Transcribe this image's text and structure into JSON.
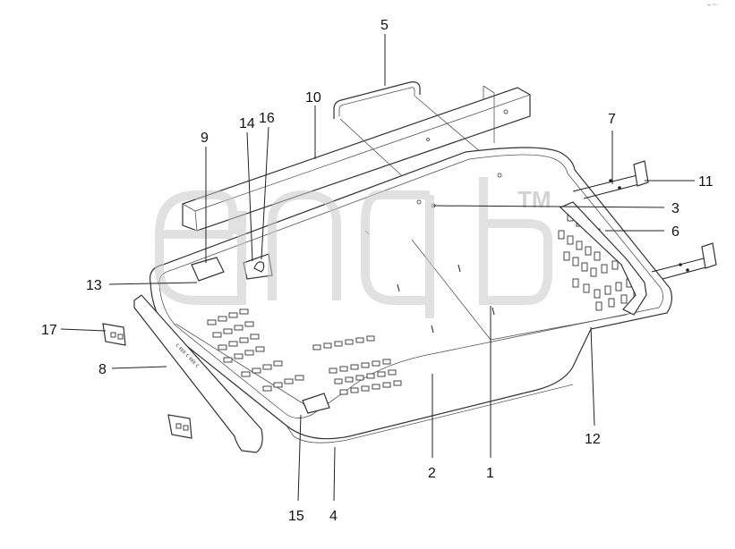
{
  "watermark": {
    "text": "TM"
  },
  "corner_mark": "ᵃᵖ ⁱⁿⁿ",
  "callouts": [
    {
      "id": "callout-1",
      "label": "1"
    },
    {
      "id": "callout-2",
      "label": "2"
    },
    {
      "id": "callout-3",
      "label": "3"
    },
    {
      "id": "callout-4",
      "label": "4"
    },
    {
      "id": "callout-5",
      "label": "5"
    },
    {
      "id": "callout-6",
      "label": "6"
    },
    {
      "id": "callout-7",
      "label": "7"
    },
    {
      "id": "callout-8",
      "label": "8"
    },
    {
      "id": "callout-9",
      "label": "9"
    },
    {
      "id": "callout-10",
      "label": "10"
    },
    {
      "id": "callout-11",
      "label": "11"
    },
    {
      "id": "callout-12",
      "label": "12"
    },
    {
      "id": "callout-13",
      "label": "13"
    },
    {
      "id": "callout-14",
      "label": "14"
    },
    {
      "id": "callout-15",
      "label": "15"
    },
    {
      "id": "callout-16",
      "label": "16"
    },
    {
      "id": "callout-17",
      "label": "17"
    }
  ]
}
